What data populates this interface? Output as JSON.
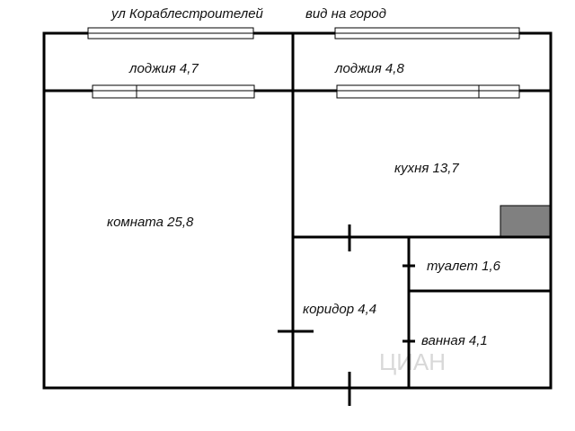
{
  "header": {
    "street_label": "ул Кораблестроителей",
    "view_label": "вид на город"
  },
  "rooms": {
    "loggia_left": "лоджия 4,7",
    "loggia_right": "лоджия 4,8",
    "room": "комната 25,8",
    "kitchen": "кухня 13,7",
    "toilet": "туалет 1,6",
    "corridor": "коридор 4,4",
    "bathroom": "ванная 4,1"
  },
  "watermark": "ЦИАН",
  "colors": {
    "walls": "#000000",
    "kitchen_block": "#808080",
    "background": "#ffffff"
  }
}
